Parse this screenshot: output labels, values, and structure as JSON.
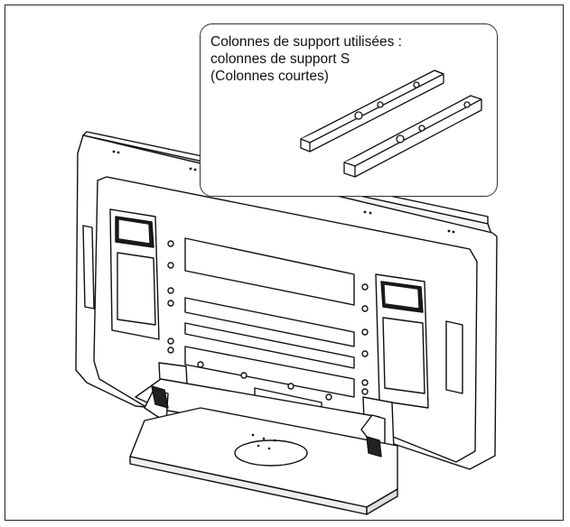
{
  "figure": {
    "callout": {
      "line1": "Colonnes de support utilisées :",
      "line2": "colonnes de support S",
      "line3": "(Colonnes courtes)"
    },
    "illustration": {
      "subject": "tv-rear-with-stand-icon",
      "parts": "support-column-icon"
    }
  }
}
